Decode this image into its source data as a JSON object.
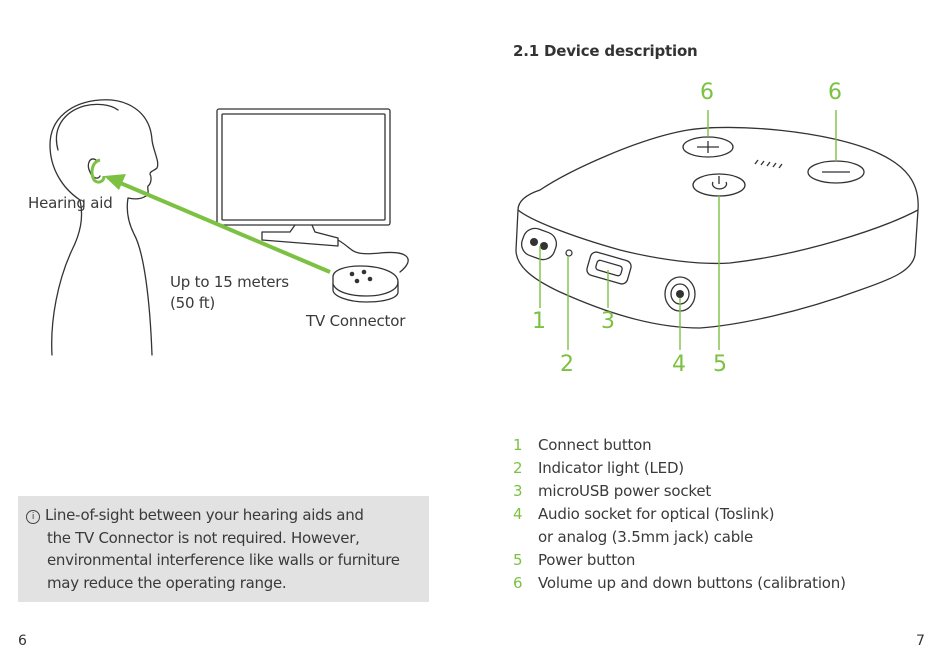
{
  "left_page": {
    "labels": {
      "hearing_aid": "Hearing aid",
      "range_line1": "Up to 15 meters",
      "range_line2": "(50 ft)",
      "tv_connector": "TV Connector"
    },
    "note": {
      "icon": "info-icon",
      "icon_glyph": "i",
      "lines": [
        "Line-of-sight between your hearing aids and",
        "the TV Connector is not required. However,",
        "environmental interference like walls or furniture",
        "may reduce the operating range."
      ]
    },
    "page_number": "6"
  },
  "right_page": {
    "heading": "2.1 Device description",
    "callouts": [
      "6",
      "6",
      "1",
      "2",
      "3",
      "4",
      "5"
    ],
    "legend": [
      {
        "num": "1",
        "text": "Connect button"
      },
      {
        "num": "2",
        "text": "Indicator light (LED)"
      },
      {
        "num": "3",
        "text": "microUSB power socket"
      },
      {
        "num": "4",
        "text": "Audio socket for optical (Toslink)",
        "cont": "or analog (3.5mm jack) cable"
      },
      {
        "num": "5",
        "text": "Power button"
      },
      {
        "num": "6",
        "text": "Volume up and down buttons (calibration)"
      }
    ],
    "page_number": "7"
  },
  "colors": {
    "accent_green": "#7cc142",
    "note_background": "#e2e2e2",
    "line_art": "#333333"
  }
}
